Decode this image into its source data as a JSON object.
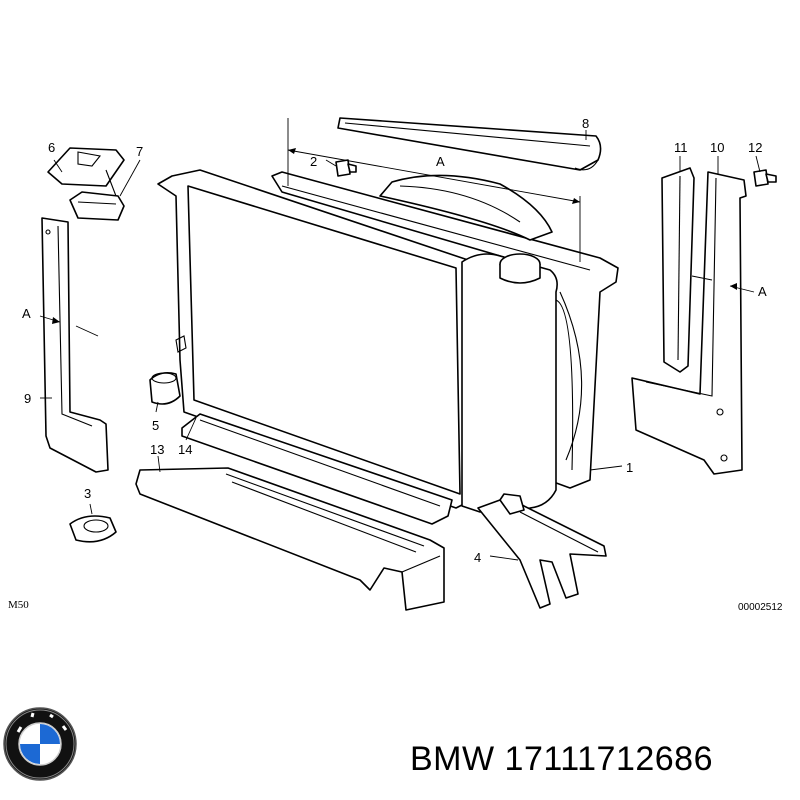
{
  "diagram": {
    "engine_code": "M50",
    "drawing_number": "00002512",
    "callouts": [
      "1",
      "2",
      "3",
      "4",
      "5",
      "6",
      "7",
      "8",
      "9",
      "10",
      "11",
      "12",
      "13",
      "14"
    ],
    "dimension_label": "A"
  },
  "footer": {
    "brand": "BMW",
    "part_number": "17111712686",
    "logo_colors": {
      "ring": "#111111",
      "blue": "#1c69d4",
      "white": "#ffffff"
    }
  }
}
